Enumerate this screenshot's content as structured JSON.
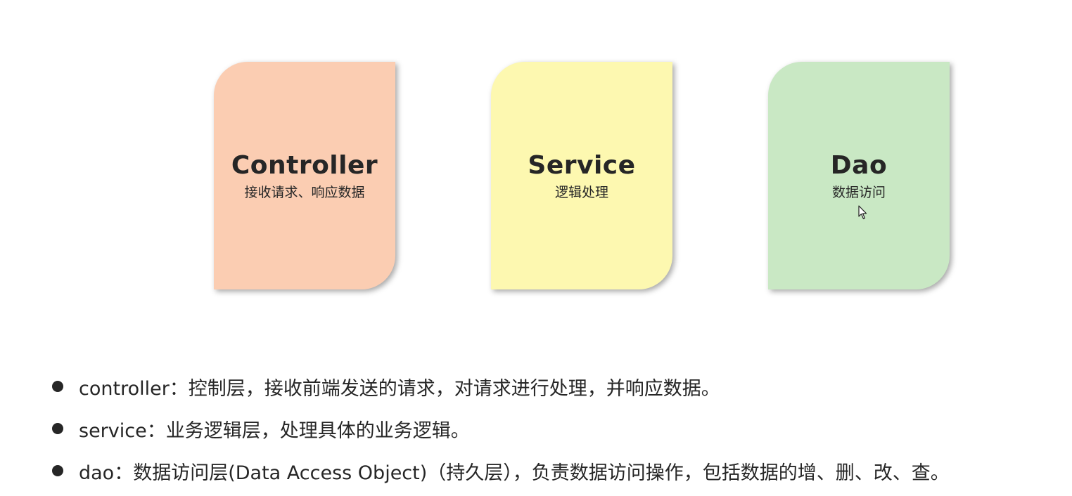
{
  "layers": [
    {
      "title": "Controller",
      "subtitle": "接收请求、响应数据",
      "color": "#fbcdb2"
    },
    {
      "title": "Service",
      "subtitle": "逻辑处理",
      "color": "#fdf8b0"
    },
    {
      "title": "Dao",
      "subtitle": "数据访问",
      "color": "#c9e8c4"
    }
  ],
  "bullets": [
    "controller：控制层，接收前端发送的请求，对请求进行处理，并响应数据。",
    "service：业务逻辑层，处理具体的业务逻辑。",
    "dao：数据访问层(Data Access Object)（持久层），负责数据访问操作，包括数据的增、删、改、查。"
  ],
  "cursor_icon": "mouse-pointer-icon"
}
